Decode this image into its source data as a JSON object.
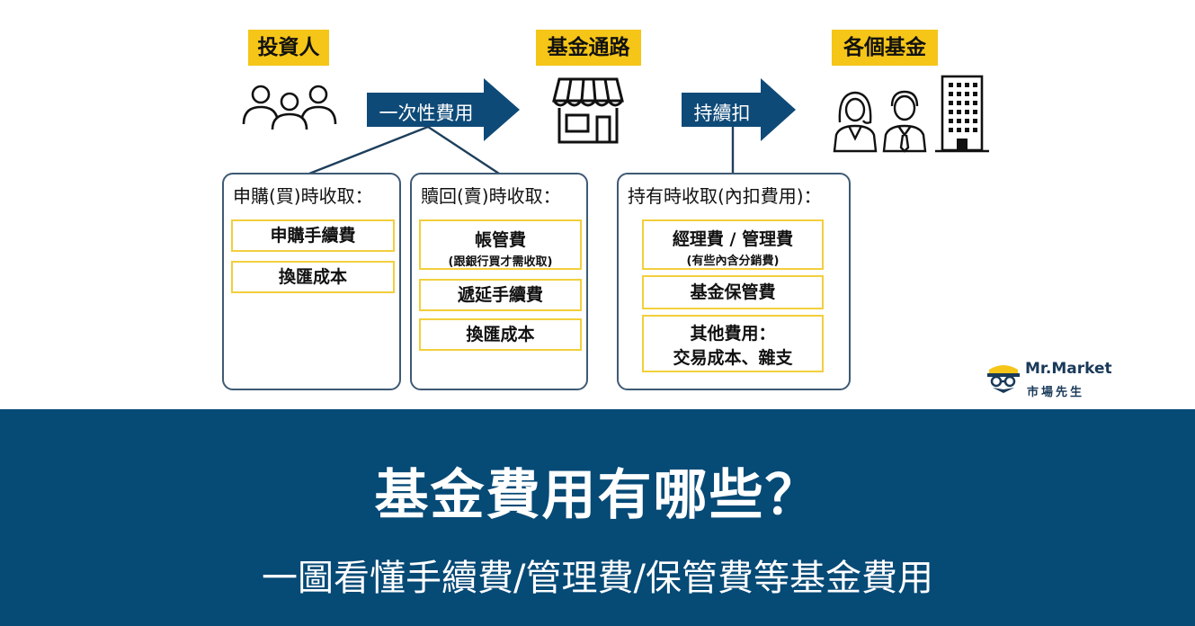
{
  "headers": {
    "investor": "投資人",
    "channel": "基金通路",
    "funds": "各個基金"
  },
  "arrows": {
    "one_time": "一次性費用",
    "continuous": "持續扣"
  },
  "boxes": {
    "subscribe": {
      "title": "申購(買)時收取：",
      "items": [
        "申購手續費",
        "換匯成本"
      ]
    },
    "redeem": {
      "title": "贖回(賣)時收取：",
      "items": [
        {
          "main": "帳管費",
          "sub": "(跟銀行買才需收取)"
        },
        {
          "main": "遞延手續費"
        },
        {
          "main": "換匯成本"
        }
      ]
    },
    "holding": {
      "title": "持有時收取(內扣費用)：",
      "items": [
        {
          "main": "經理費 / 管理費",
          "sub": "(有些內含分銷費)"
        },
        {
          "main": "基金保管費"
        },
        {
          "main": "其他費用：",
          "main2": "交易成本、雜支"
        }
      ]
    }
  },
  "logo": {
    "name": "Mr.Market",
    "sub": "市場先生"
  },
  "banner": {
    "title": "基金費用有哪些？",
    "subtitle": "一圖看懂手續費/管理費/保管費等基金費用"
  },
  "colors": {
    "accent_yellow": "#f5c518",
    "navy": "#064a76",
    "arrow": "#0e4a78",
    "border": "#3e5a74"
  },
  "icons": [
    "people-icon",
    "store-icon",
    "fund-managers-icon",
    "building-icon",
    "logo-icon"
  ]
}
